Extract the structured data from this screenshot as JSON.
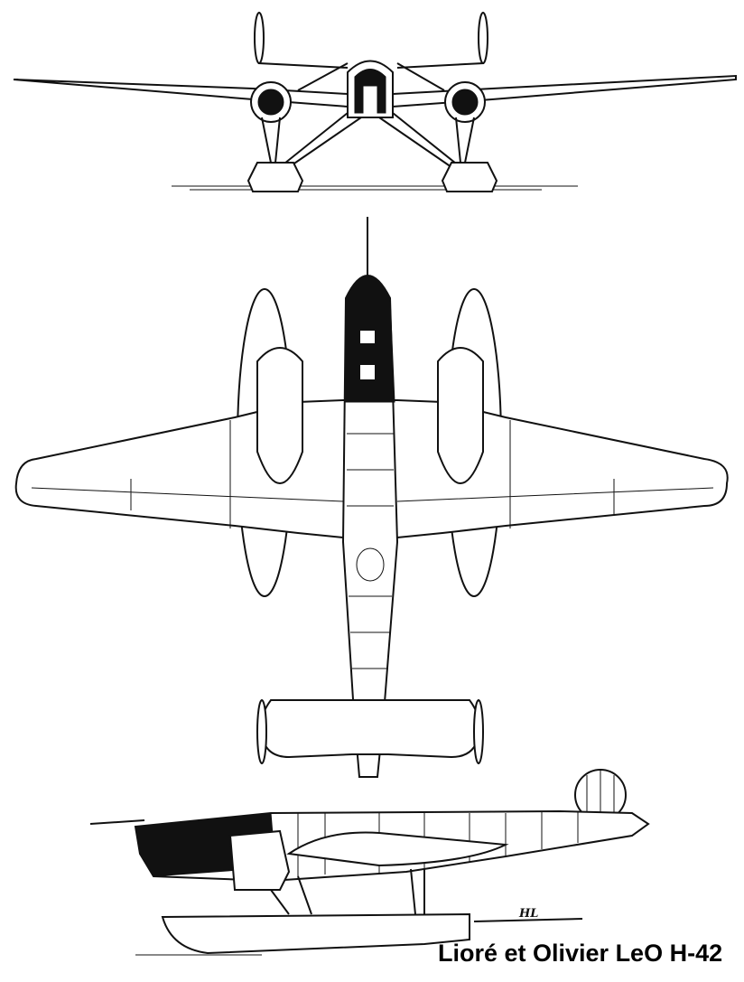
{
  "caption": "Lioré et Olivier LeO H-42",
  "signature": "HL",
  "views": [
    "front-view",
    "top-view",
    "side-view"
  ]
}
